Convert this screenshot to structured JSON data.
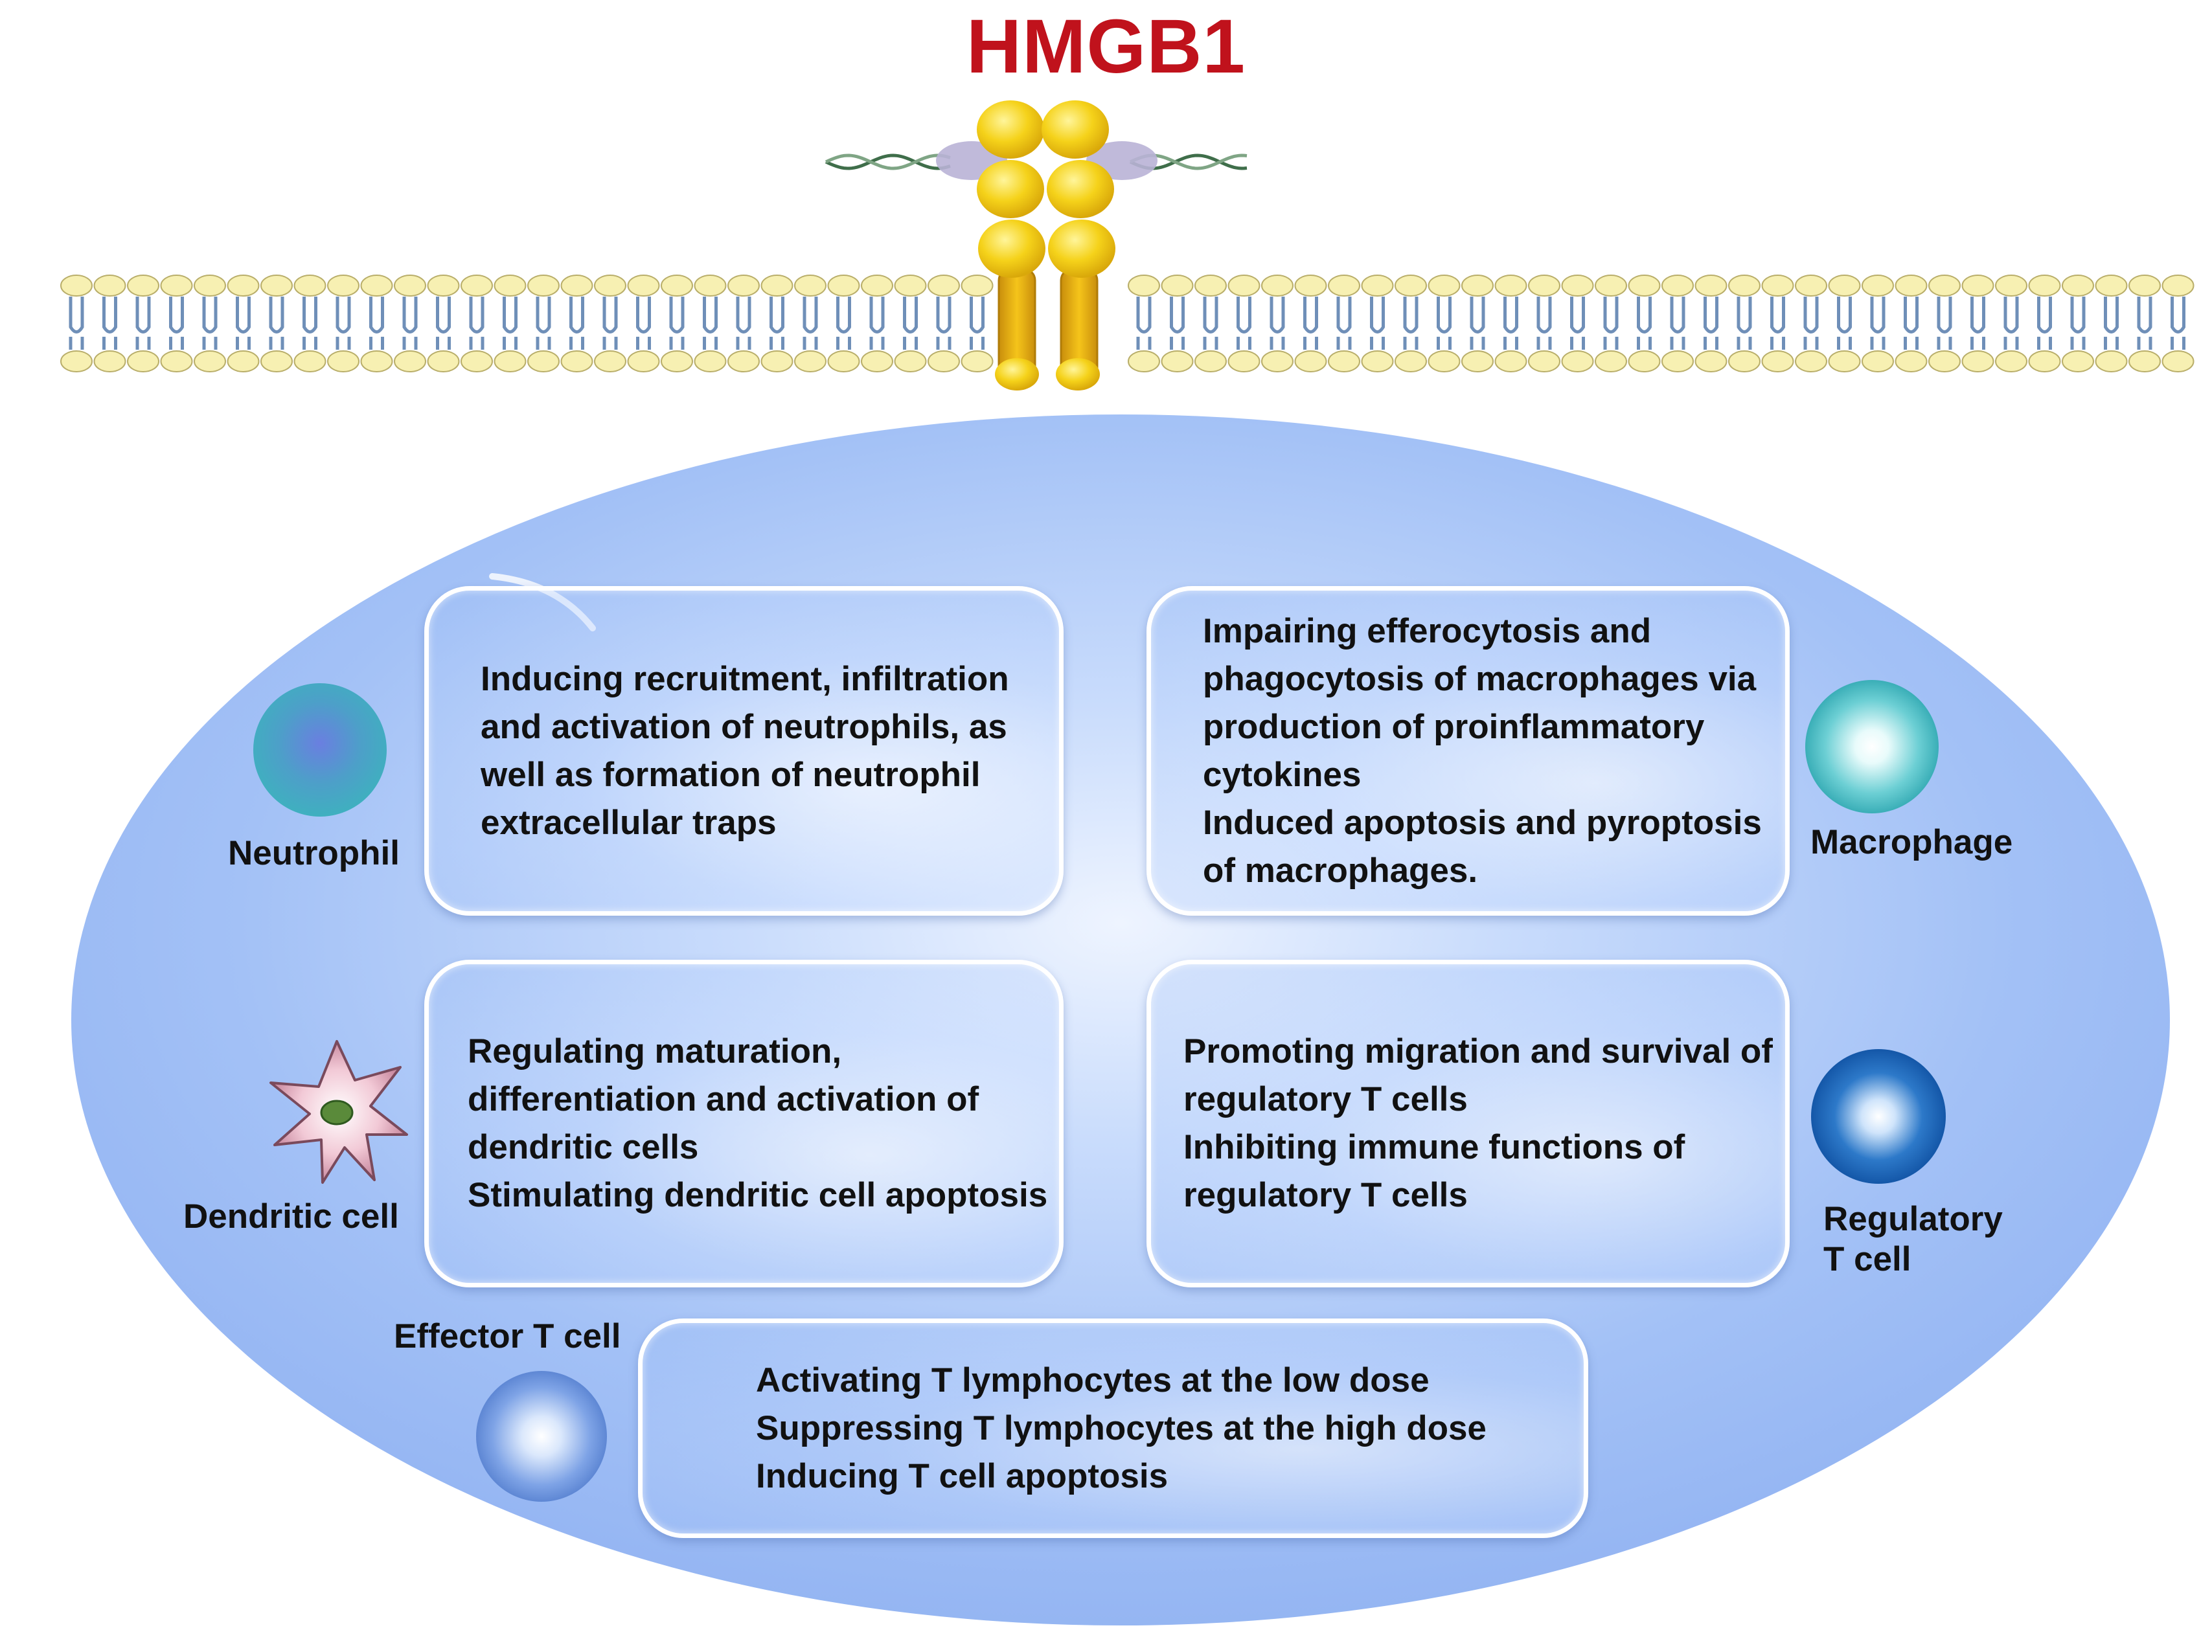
{
  "title": "HMGB1",
  "boxes": {
    "neutrophil": [
      "Inducing recruitment, infiltration",
      "and activation of neutrophils, as",
      "well as formation of neutrophil",
      "extracellular traps"
    ],
    "macrophage": [
      "Impairing efferocytosis and",
      "phagocytosis of macrophages via",
      "production of proinflammatory",
      "cytokines",
      "Induced apoptosis and pyroptosis",
      "of macrophages."
    ],
    "dendritic": [
      "Regulating maturation,",
      "differentiation and activation of",
      "dendritic cells",
      "Stimulating dendritic cell apoptosis"
    ],
    "treg": [
      "Promoting migration and survival of",
      "regulatory T cells",
      "Inhibiting immune functions of",
      "regulatory T cells"
    ],
    "effector": [
      "Activating T lymphocytes at the low dose",
      "Suppressing T lymphocytes at the high dose",
      "Inducing T cell apoptosis"
    ]
  },
  "labels": {
    "neutrophil": "Neutrophil",
    "macrophage": "Macrophage",
    "dendritic": "Dendritic cell",
    "treg_line1": "Regulatory",
    "treg_line2": "T cell",
    "effector": "Effector T cell"
  },
  "colors": {
    "title": "#c0121c",
    "ellipse": "#9bbcf7",
    "lipid_head": "#f7f0b2",
    "lipid_tail": "#6f8fb8",
    "receptor": "#f2cc1a",
    "dna": "#3f6e4a"
  },
  "icons": {
    "neutrophil": "neutrophil-cell-icon",
    "macrophage": "macrophage-cell-icon",
    "dendritic": "dendritic-cell-icon",
    "treg": "regulatory-t-cell-icon",
    "effector": "effector-t-cell-icon"
  }
}
